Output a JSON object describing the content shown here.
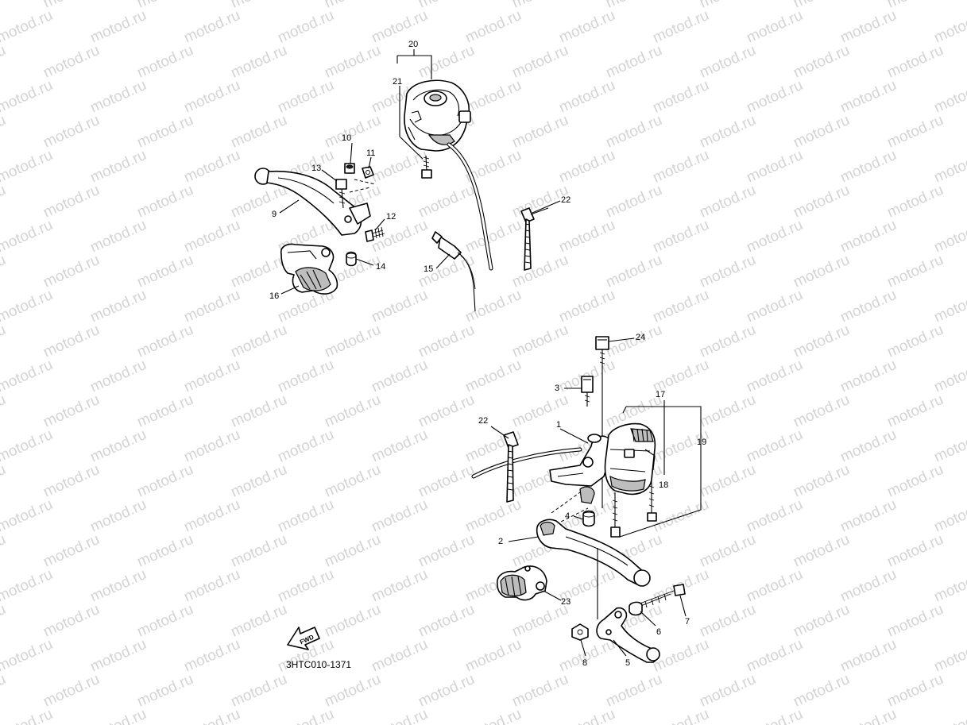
{
  "watermark": "motod.ru",
  "diagram_code": "3HTC010-1371",
  "fwd_label": "FWD",
  "callouts": [
    {
      "id": "p1",
      "label": "1"
    },
    {
      "id": "p2",
      "label": "2"
    },
    {
      "id": "p3",
      "label": "3"
    },
    {
      "id": "p4",
      "label": "4"
    },
    {
      "id": "p5",
      "label": "5"
    },
    {
      "id": "p6",
      "label": "6"
    },
    {
      "id": "p7",
      "label": "7"
    },
    {
      "id": "p8",
      "label": "8"
    },
    {
      "id": "p9",
      "label": "9"
    },
    {
      "id": "p10",
      "label": "10"
    },
    {
      "id": "p11",
      "label": "11"
    },
    {
      "id": "p12",
      "label": "12"
    },
    {
      "id": "p13",
      "label": "13"
    },
    {
      "id": "p14",
      "label": "14"
    },
    {
      "id": "p15",
      "label": "15"
    },
    {
      "id": "p16",
      "label": "16"
    },
    {
      "id": "p17",
      "label": "17"
    },
    {
      "id": "p18",
      "label": "18"
    },
    {
      "id": "p19",
      "label": "19"
    },
    {
      "id": "p20",
      "label": "20"
    },
    {
      "id": "p21",
      "label": "21"
    },
    {
      "id": "p22a",
      "label": "22"
    },
    {
      "id": "p22b",
      "label": "22"
    },
    {
      "id": "p23",
      "label": "23"
    },
    {
      "id": "p24",
      "label": "24"
    }
  ]
}
